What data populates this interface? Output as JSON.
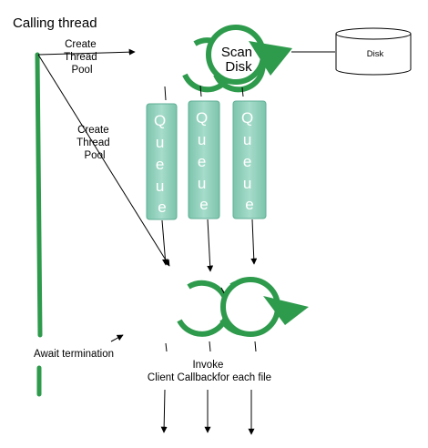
{
  "title": "Calling thread",
  "labels": {
    "create_pool_1": [
      "Create",
      "Thread",
      "Pool"
    ],
    "create_pool_2": [
      "Create",
      "Thread",
      "Pool"
    ],
    "scan_disk": [
      "Scan",
      "Disk"
    ],
    "disk": "Disk",
    "await": "Await termination",
    "invoke": [
      "Invoke",
      "Client Callbackfor each file"
    ]
  },
  "queues": [
    [
      "Q",
      "u",
      "e",
      "u",
      "e"
    ],
    [
      "Q",
      "u",
      "e",
      "u",
      "e"
    ],
    [
      "Q",
      "u",
      "e",
      "u",
      "e"
    ]
  ],
  "colors": {
    "green": "#2e9a4c",
    "queue_fill": "#8fcdb8",
    "queue_stroke": "#5fae95"
  }
}
